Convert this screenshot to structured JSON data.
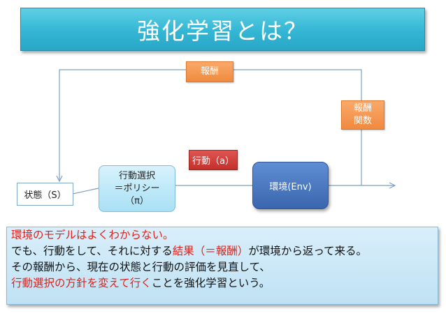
{
  "title": "強化学習とは？",
  "diagram": {
    "reward_label": "報酬",
    "reward_function": {
      "line1": "報酬",
      "line2": "関数"
    },
    "action_label": "行動（a）",
    "environment_label": "環境(Env)",
    "policy": {
      "line1": "行動選択",
      "line2": "＝ポリシー",
      "line3": "（π）"
    },
    "state_label": "状態（S）"
  },
  "explanation": {
    "line1": "環境のモデルはよくわからない。",
    "line2_pre": "でも、行動をして、それに対する",
    "line2_red": "結果（＝報酬）",
    "line2_post": "が環境から返って来る。",
    "line3": "その報酬から、現在の状態と行動の評価を見直して、",
    "line4_red": "行動選択の方針を変えて行く",
    "line4_post": "ことを強化学習という。"
  },
  "colors": {
    "title_bg": "#33b6d4",
    "orange_box": "#f08a3e",
    "red_box": "#c2302c",
    "blue_box": "#3a66ad",
    "policy_box": "#bfe8f8",
    "panel_bg": "#cfe9f7",
    "highlight_text": "#e0201a",
    "arrow_line": "#7f9fbf"
  }
}
